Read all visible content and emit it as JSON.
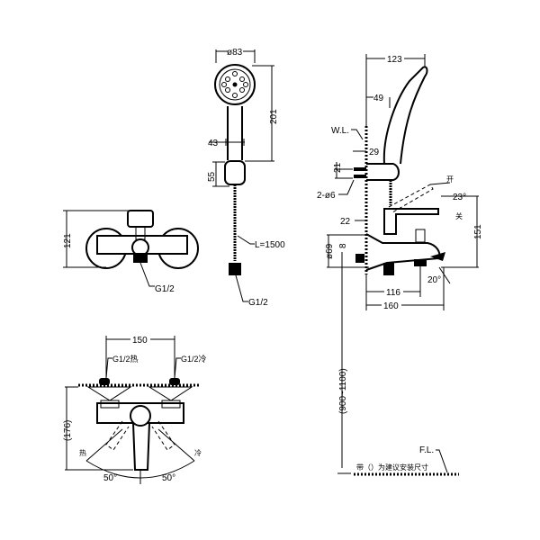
{
  "front_view": {
    "height": "121",
    "inlet": "G1/2"
  },
  "hand_shower": {
    "head_diameter": "ø83",
    "length": "201",
    "handle_width": "43",
    "holder_height": "55",
    "hose_length": "L=1500",
    "hose_thread": "G1/2"
  },
  "side_view": {
    "total_depth": "123",
    "shower_offset": "49",
    "wall_line": "W.L.",
    "dim_29": "29",
    "dim_21": "21",
    "screws": "2-ø6",
    "open_label": "开",
    "angle": "23°",
    "close_label": "关",
    "dim_22": "22",
    "height": "151",
    "flange_diameter": "ø69",
    "dim_8": "8",
    "spout_angle": "20°",
    "dim_116": "116",
    "dim_160": "160",
    "install_height": "(900~1100)",
    "floor_line": "F.L.",
    "note": "带（）为建议安装尺寸"
  },
  "top_view": {
    "centers": "150",
    "hot_inlet": "G1/2热",
    "cold_inlet": "G1/2冷",
    "depth": "(176)",
    "hot": "热",
    "cold": "冷",
    "angle_left": "50°",
    "angle_right": "50°"
  }
}
